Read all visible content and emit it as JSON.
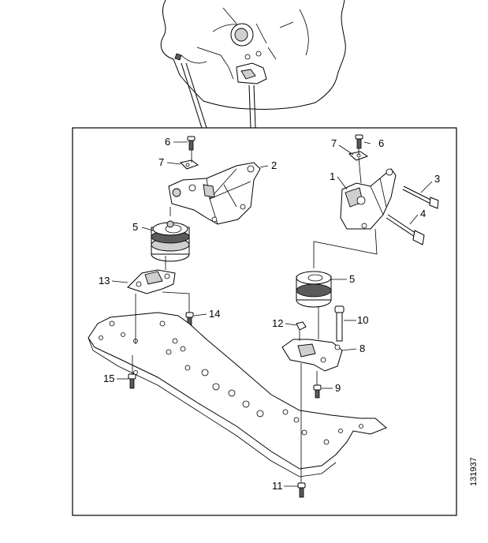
{
  "figure_id": "131937",
  "callouts": {
    "c1": "1",
    "c2": "2",
    "c3": "3",
    "c4": "4",
    "c5a": "5",
    "c5b": "5",
    "c6a": "6",
    "c6b": "6",
    "c7a": "7",
    "c7b": "7",
    "c8": "8",
    "c9": "9",
    "c10": "10",
    "c11": "11",
    "c12": "12",
    "c13": "13",
    "c14": "14",
    "c15": "15"
  }
}
